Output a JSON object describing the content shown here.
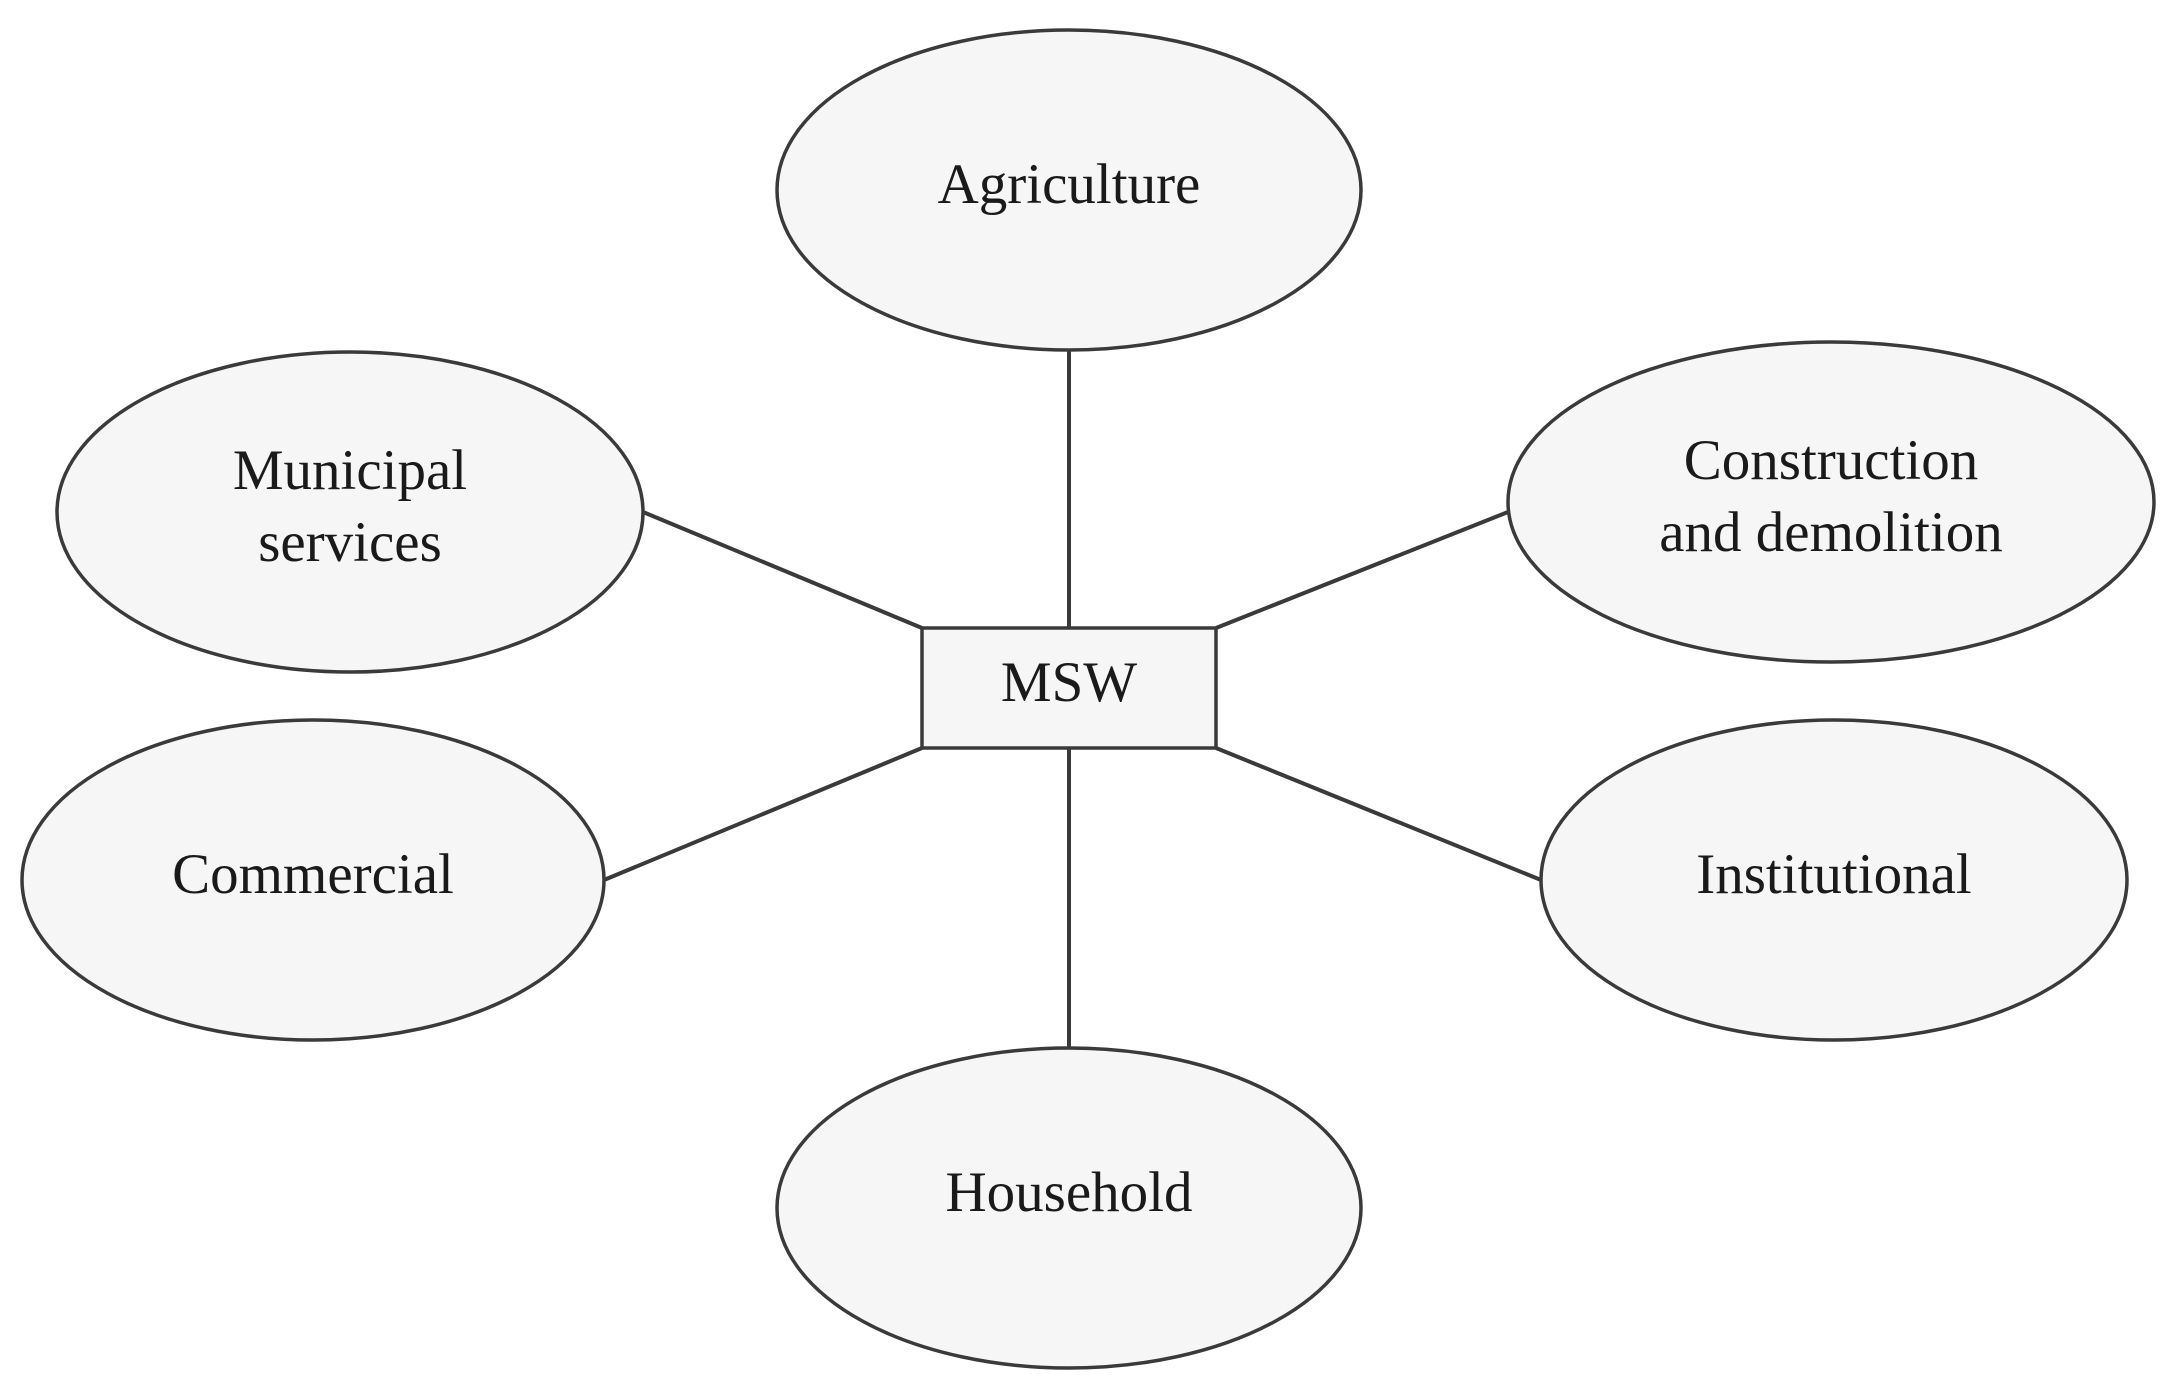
{
  "center": {
    "label": "MSW"
  },
  "sources": {
    "agriculture": {
      "line1": "Agriculture"
    },
    "municipal_services": {
      "line1": "Municipal",
      "line2": "services"
    },
    "construction": {
      "line1": "Construction",
      "line2": "and demolition"
    },
    "commercial": {
      "line1": "Commercial"
    },
    "institutional": {
      "line1": "Institutional"
    },
    "household": {
      "line1": "Household"
    }
  }
}
